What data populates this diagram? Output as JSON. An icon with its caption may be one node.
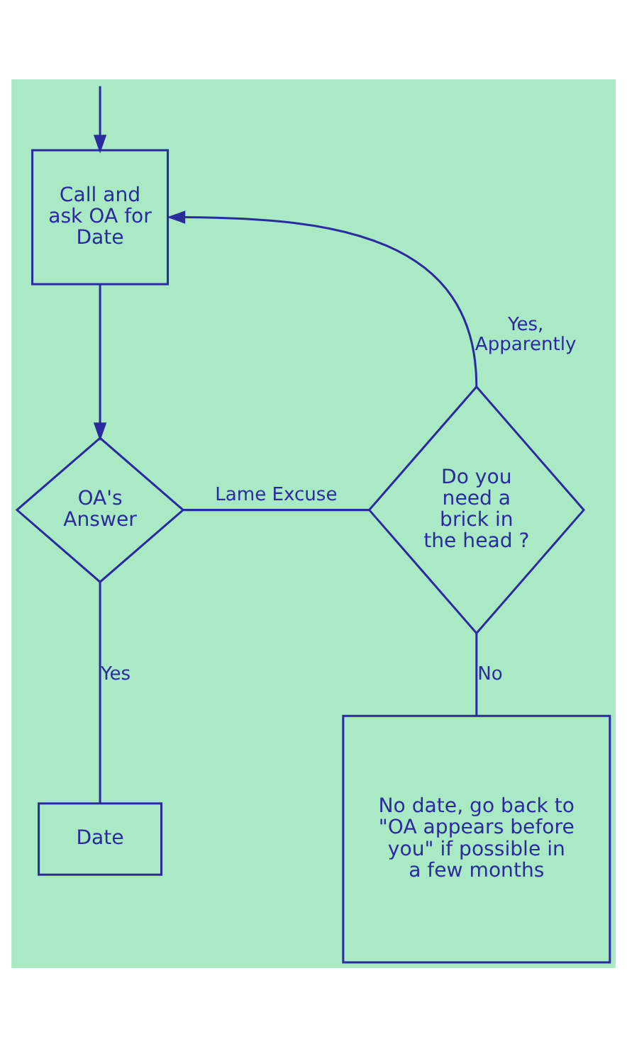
{
  "diagram": {
    "nodes": [
      {
        "text": [
          "Call and ask OA for Date"
        ]
      },
      {
        "text": [
          "OA's Answer"
        ]
      },
      {
        "text": [
          "Do you need a brick in the head ?"
        ]
      },
      {
        "text": [
          "Date"
        ]
      },
      {
        "text": [
          "No date, go back to \"OA appears before you\" if possible in a few months"
        ]
      }
    ],
    "edges": [
      {
        "from": null,
        "to": 0,
        "arrow": "to"
      },
      {
        "from": 0,
        "to": 1,
        "arrow": "to"
      },
      {
        "from": 1,
        "to": 2,
        "arrow": "none",
        "label": "Lame Excuse"
      },
      {
        "from": 1,
        "to": 3,
        "arrow": "none",
        "label": "Yes"
      },
      {
        "from": 2,
        "to": 0,
        "arrow": "to",
        "label": "Yes, Apparently"
      },
      {
        "from": 2,
        "to": 4,
        "arrow": "none",
        "label": "No"
      }
    ]
  }
}
